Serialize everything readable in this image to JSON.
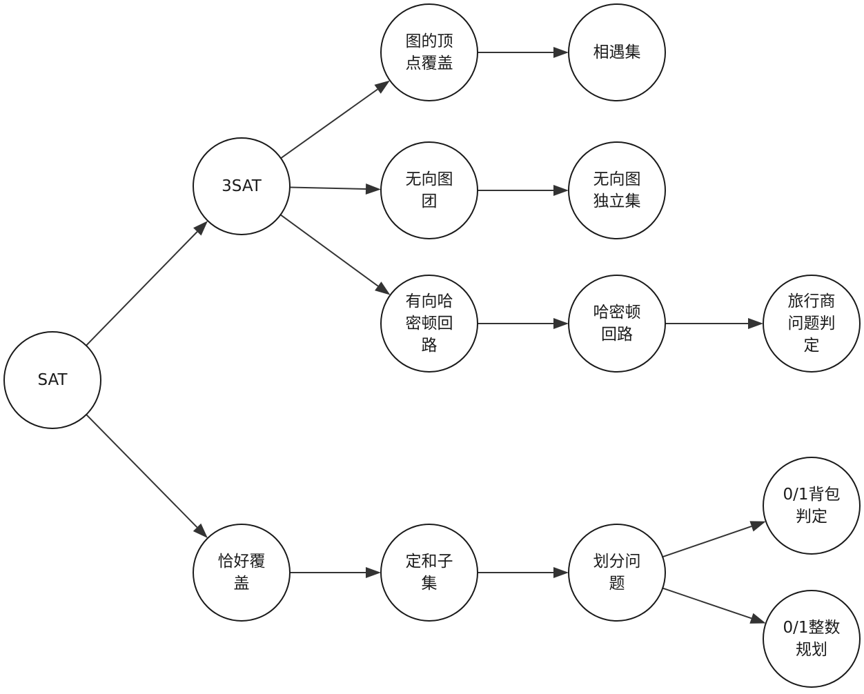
{
  "nodes": [
    {
      "id": "sat",
      "lines": [
        "SAT"
      ]
    },
    {
      "id": "3sat",
      "lines": [
        "3SAT"
      ]
    },
    {
      "id": "exact-cover",
      "lines": [
        "恰好覆",
        "盖"
      ]
    },
    {
      "id": "vertex-cover",
      "lines": [
        "图的顶",
        "点覆盖"
      ]
    },
    {
      "id": "clique",
      "lines": [
        "无向图",
        "团"
      ]
    },
    {
      "id": "directed-ham",
      "lines": [
        "有向哈",
        "密顿回",
        "路"
      ]
    },
    {
      "id": "hitting-set",
      "lines": [
        "相遇集"
      ]
    },
    {
      "id": "independent-set",
      "lines": [
        "无向图",
        "独立集"
      ]
    },
    {
      "id": "ham-cycle",
      "lines": [
        "哈密顿",
        "回路"
      ]
    },
    {
      "id": "tsp",
      "lines": [
        "旅行商",
        "问题判",
        "定"
      ]
    },
    {
      "id": "subset-sum",
      "lines": [
        "定和子",
        "集"
      ]
    },
    {
      "id": "partition",
      "lines": [
        "划分问",
        "题"
      ]
    },
    {
      "id": "knapsack",
      "lines": [
        "0/1背包",
        "判定"
      ]
    },
    {
      "id": "integer-prog",
      "lines": [
        "0/1整数",
        "规划"
      ]
    }
  ],
  "edges": [
    {
      "from": "sat",
      "to": "3sat"
    },
    {
      "from": "sat",
      "to": "exact-cover"
    },
    {
      "from": "3sat",
      "to": "vertex-cover"
    },
    {
      "from": "3sat",
      "to": "clique"
    },
    {
      "from": "3sat",
      "to": "directed-ham"
    },
    {
      "from": "vertex-cover",
      "to": "hitting-set"
    },
    {
      "from": "clique",
      "to": "independent-set"
    },
    {
      "from": "directed-ham",
      "to": "ham-cycle"
    },
    {
      "from": "ham-cycle",
      "to": "tsp"
    },
    {
      "from": "exact-cover",
      "to": "subset-sum"
    },
    {
      "from": "subset-sum",
      "to": "partition"
    },
    {
      "from": "partition",
      "to": "knapsack"
    },
    {
      "from": "partition",
      "to": "integer-prog"
    }
  ]
}
